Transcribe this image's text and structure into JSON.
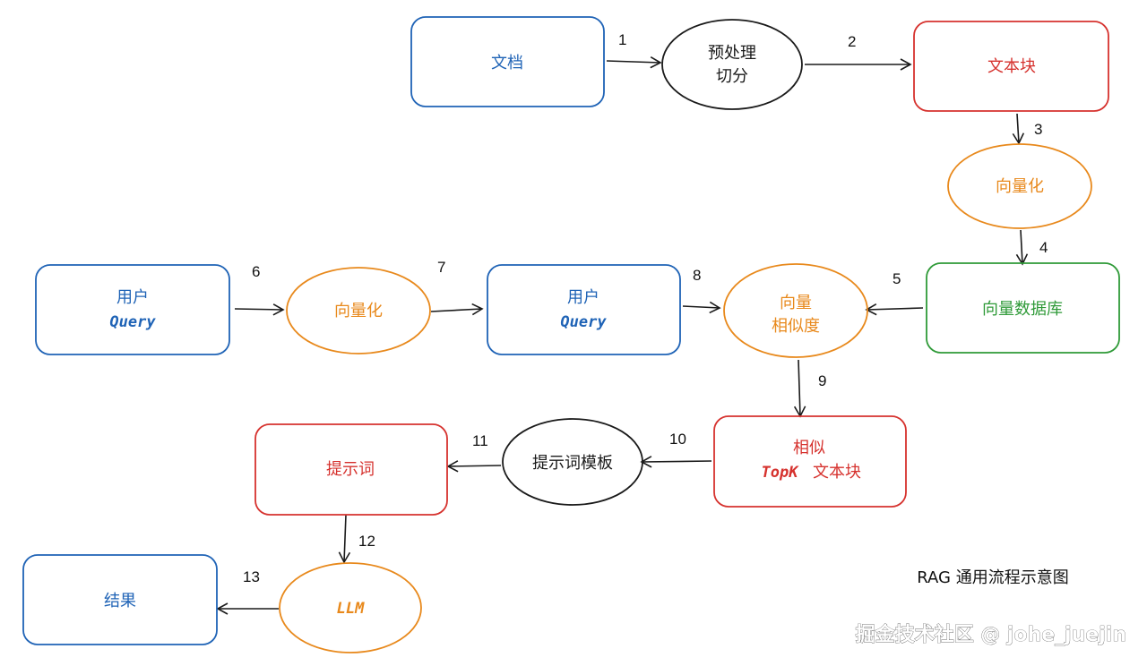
{
  "colors": {
    "blue": "#1f63b6",
    "red": "#d6322e",
    "orange": "#e8891c",
    "green": "#2f9a38",
    "black": "#1a1a1a"
  },
  "nodes": {
    "document": "文档",
    "preprocess_line1": "预处理",
    "preprocess_line2": "切分",
    "text_chunks": "文本块",
    "vectorize_top": "向量化",
    "vector_db": "向量数据库",
    "user_query1_line1": "用户",
    "user_query1_line2": "Query",
    "vectorize_mid": "向量化",
    "user_query2_line1": "用户",
    "user_query2_line2": "Query",
    "similarity_line1": "向量",
    "similarity_line2": "相似度",
    "topk_line1": "相似",
    "topk_line2a": "TopK",
    "topk_line2b": "文本块",
    "prompt_template": "提示词模板",
    "prompt": "提示词",
    "llm": "LLM",
    "result": "结果"
  },
  "steps": [
    "1",
    "2",
    "3",
    "4",
    "5",
    "6",
    "7",
    "8",
    "9",
    "10",
    "11",
    "12",
    "13"
  ],
  "caption": "RAG 通用流程示意图",
  "watermark": "掘金技术社区 @ johe_juejin"
}
